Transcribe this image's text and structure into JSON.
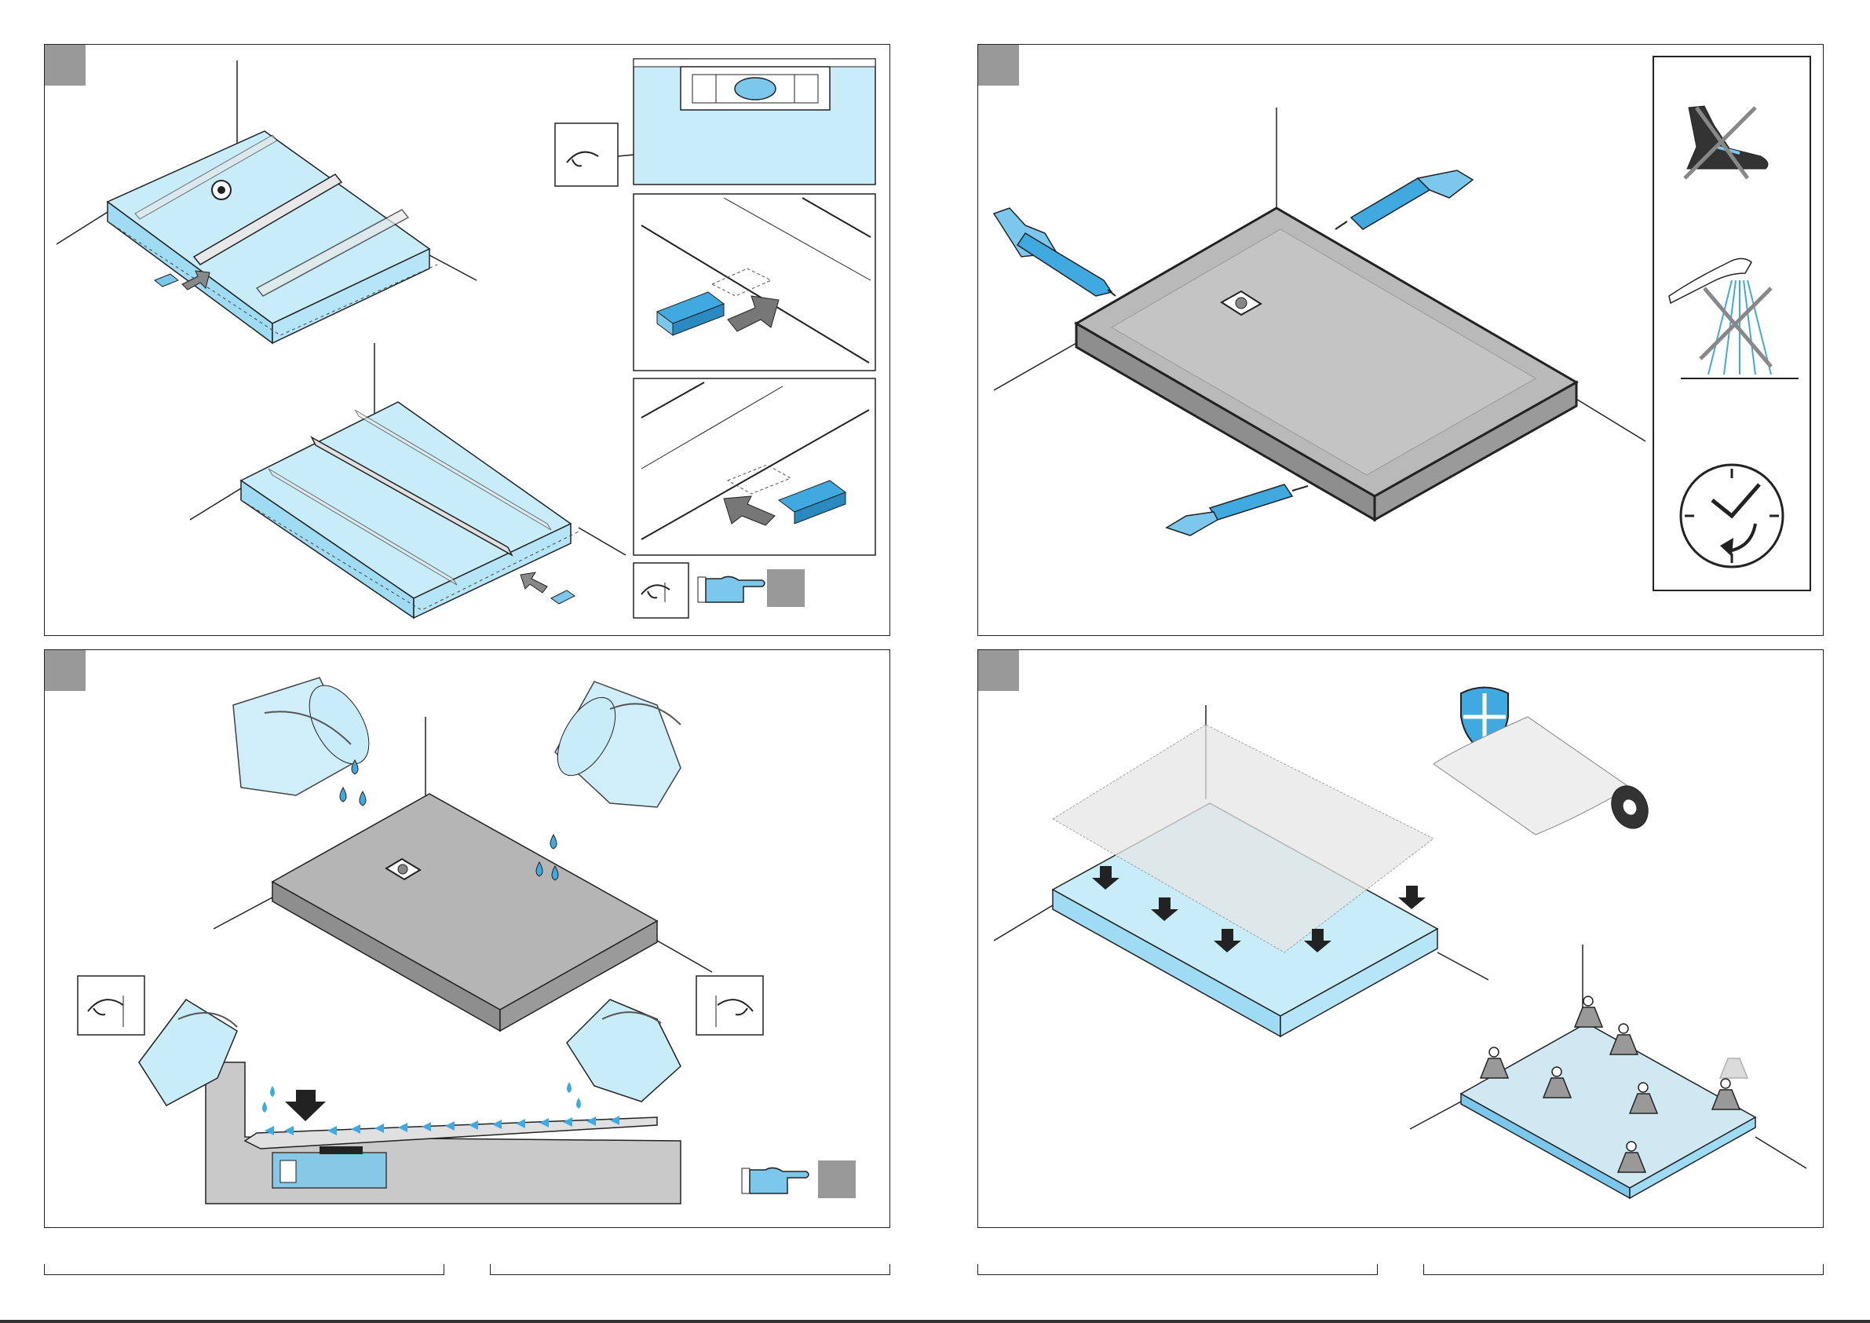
{
  "colors": {
    "blue_fill": "#c8ecf8",
    "blue_mid": "#7cc8ec",
    "blue_strong": "#3fa9e0",
    "grey_tray": "#b5b5b5",
    "grey_dark": "#8a8a8a",
    "badge": "#999999",
    "outline": "#222222"
  },
  "panels": [
    {
      "id": "level-check",
      "icons": [
        "spirit-level-icon",
        "eye-icon",
        "wedge-shim-icon",
        "pointing-hand-icon"
      ]
    },
    {
      "id": "silicone-sealing",
      "icons": [
        "caulking-gun-icon",
        "no-walking-icon",
        "no-shower-icon",
        "clock-wait-icon"
      ]
    },
    {
      "id": "water-test",
      "icons": [
        "bucket-icon",
        "water-drop-icon",
        "eye-icon",
        "pointing-hand-icon"
      ]
    },
    {
      "id": "protection-fleece",
      "icons": [
        "shield-icon",
        "fleece-roll-icon",
        "weight-icon"
      ]
    }
  ]
}
